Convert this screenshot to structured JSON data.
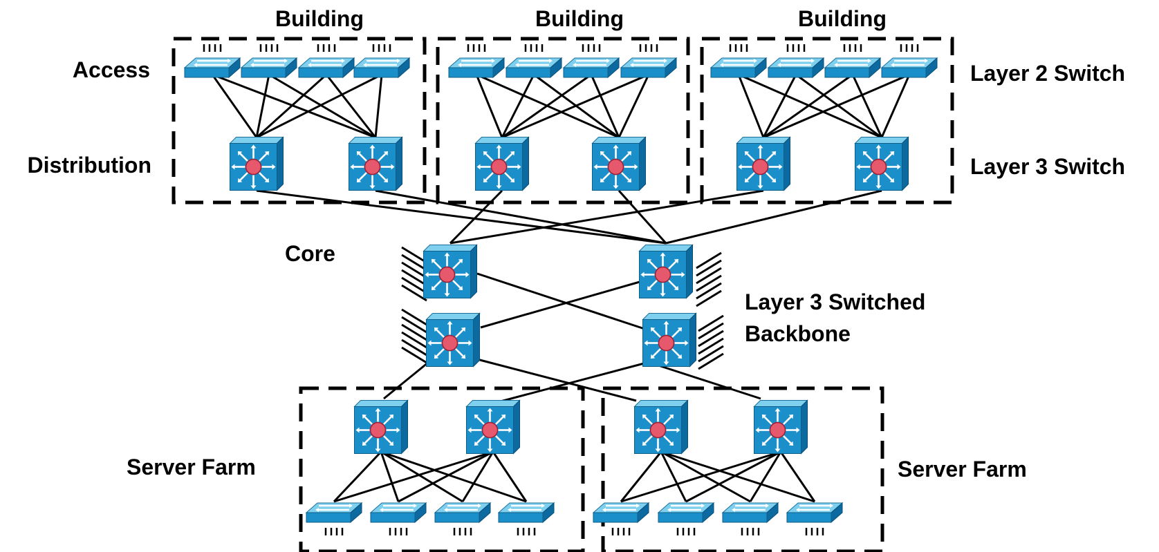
{
  "labels": {
    "building_1": "Building",
    "building_2": "Building",
    "building_3": "Building",
    "access": "Access",
    "distribution": "Distribution",
    "layer2_switch": "Layer 2 Switch",
    "layer3_switch": "Layer 3 Switch",
    "core": "Core",
    "backbone_line1": "Layer 3 Switched",
    "backbone_line2": "Backbone",
    "server_farm_left": "Server Farm",
    "server_farm_right": "Server Farm"
  },
  "devices": {
    "building_access_switches_per_building": 4,
    "building_distribution_switches_per_building": 2,
    "core_switches": 4,
    "server_farm_distribution_per_farm": 2,
    "server_farm_access_per_farm": 4
  },
  "colors": {
    "switch_front": "#1b8fc9",
    "switch_top": "#7fd0ee",
    "switch_side": "#0d6aa0",
    "hub": "#e6586c"
  },
  "icons": {
    "layer2": "layer2-switch-icon",
    "layer3": "layer3-switch-icon"
  }
}
